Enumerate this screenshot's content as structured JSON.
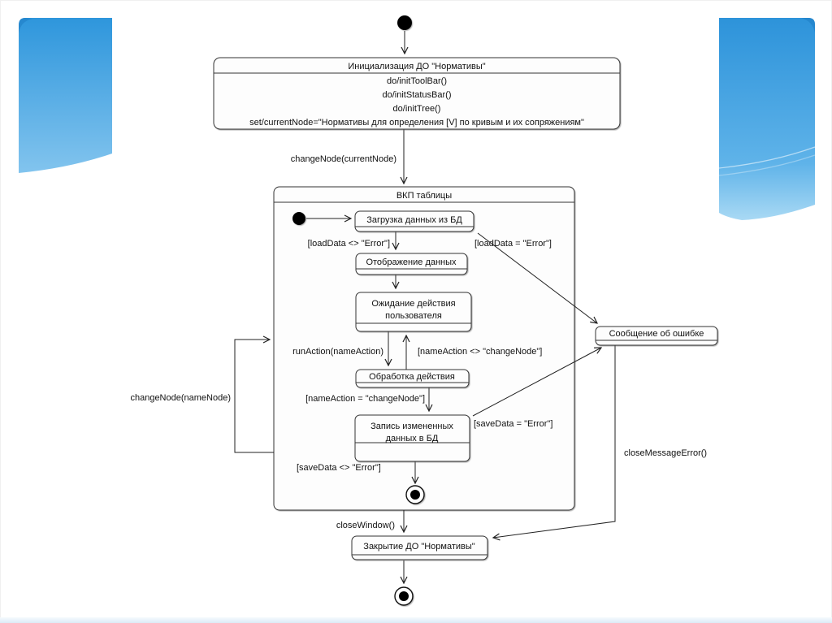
{
  "slide": {
    "accent_top_blue": "#2d96dd",
    "accent_bottom_blue_left": "#82c4ee",
    "accent_bottom_blue_right": "#a9d9f4",
    "bottom_strip_color": "#e7f0f9",
    "line_color": "#222222"
  },
  "diagram": {
    "states": {
      "init": {
        "title": "Инициализация ДО \"Нормативы\"",
        "activities": [
          "do/initToolBar()",
          "do/initStatusBar()",
          "do/initTree()",
          "set/currentNode=\"Нормативы для определения [V] по кривым и их сопряжениям\""
        ]
      },
      "vkp": {
        "title": "ВКП таблицы"
      },
      "load": {
        "title": "Загрузка данных из БД"
      },
      "display": {
        "title": "Отображение данных"
      },
      "wait": {
        "lines": [
          "Ожидание действия",
          "пользователя"
        ]
      },
      "process": {
        "title": "Обработка действия"
      },
      "save": {
        "lines": [
          "Запись измененных",
          "данных в БД"
        ]
      },
      "error": {
        "title": "Сообщение об ошибке"
      },
      "close": {
        "title": "Закрытие ДО \"Нормативы\""
      }
    },
    "transitions": {
      "change_current": "changeNode(currentNode)",
      "load_ok": "[loadData <> \"Error\"]",
      "load_err": "[loadData = \"Error\"]",
      "run_action": "runAction(nameAction)",
      "action_not_change": "[nameAction <> \"changeNode\"]",
      "action_change": "[nameAction = \"changeNode\"]",
      "save_err": "[saveData = \"Error\"]",
      "save_ok": "[saveData <> \"Error\"]",
      "change_node": "changeNode(nameNode)",
      "close_window": "closeWindow()",
      "close_error": "closeMessageError()"
    }
  }
}
